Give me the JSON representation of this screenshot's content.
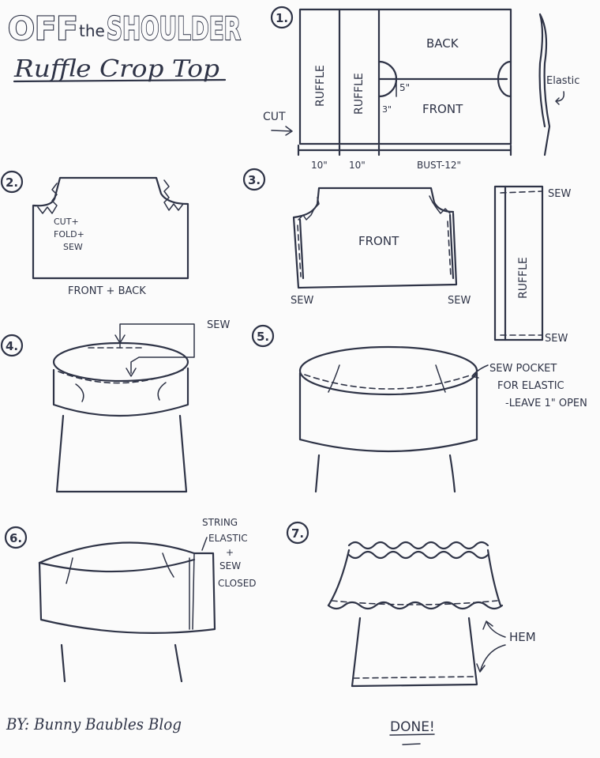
{
  "title": {
    "off": "OFF",
    "the": "the",
    "shoulder": "SHOULDER",
    "subtitle": "Ruffle Crop Top"
  },
  "steps": {
    "s1": {
      "num": "1.",
      "cut": "CUT",
      "ruffle1": "RUFFLE",
      "ruffle2": "RUFFLE",
      "back": "BACK",
      "front": "FRONT",
      "five": "5\"",
      "three": "3\"",
      "elastic": "Elastic",
      "dim1": "10\"",
      "dim2": "10\"",
      "dim3": "BUST-12\""
    },
    "s2": {
      "num": "2.",
      "note_a": "CUT+",
      "note_b": "FOLD+",
      "note_c": "SEW",
      "caption": "FRONT + BACK"
    },
    "s3": {
      "num": "3.",
      "front": "FRONT",
      "sew_left": "SEW",
      "sew_right": "SEW",
      "ruffle": "RUFFLE",
      "sew_top": "SEW",
      "sew_bottom": "SEW"
    },
    "s4": {
      "num": "4.",
      "sew": "SEW"
    },
    "s5": {
      "num": "5.",
      "note_a": "SEW POCKET",
      "note_b": "FOR ELASTIC",
      "note_c": "-LEAVE 1\" OPEN"
    },
    "s6": {
      "num": "6.",
      "note_a": "STRING",
      "note_b": "ELASTIC",
      "note_c": "+",
      "note_d": "SEW",
      "note_e": "CLOSED"
    },
    "s7": {
      "num": "7.",
      "hem": "HEM",
      "done": "DONE!"
    }
  },
  "credit": "BY: Bunny Baubles Blog"
}
